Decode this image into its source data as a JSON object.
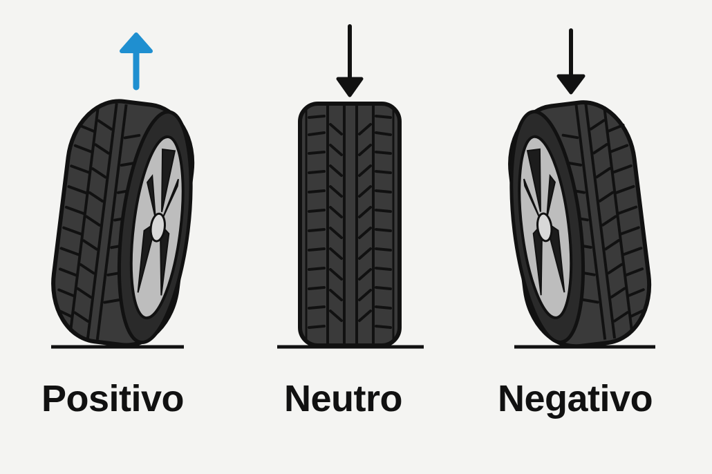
{
  "diagram": {
    "topic": "tire camber",
    "background": "#f4f4f2",
    "colors": {
      "tire_fill": "#3a3a3a",
      "outline": "#111111",
      "rim": "#b8b8b8",
      "arrow_positive": "#1f8fd0",
      "arrow_other": "#111111"
    },
    "panels": [
      {
        "label": "Positivo",
        "arrow": "up",
        "arrow_color": "#1f8fd0",
        "tilt": "right"
      },
      {
        "label": "Neutro",
        "arrow": "down",
        "arrow_color": "#111111",
        "tilt": "none"
      },
      {
        "label": "Negativo",
        "arrow": "down",
        "arrow_color": "#111111",
        "tilt": "left"
      }
    ]
  }
}
